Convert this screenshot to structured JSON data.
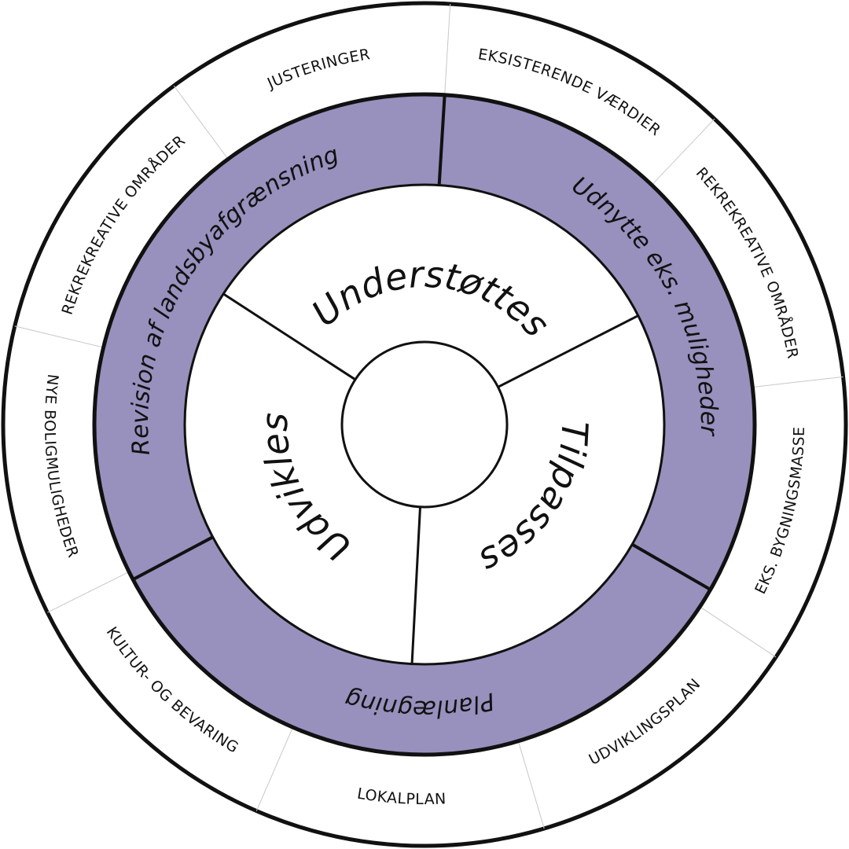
{
  "diagram": {
    "type": "concentric-wheel",
    "colors": {
      "middle_ring_fill": "#9890bd",
      "stroke": "#111111",
      "outer_divider": "#c8c8c8",
      "background": "#ffffff"
    },
    "inner_ring": {
      "sections": [
        {
          "label": "Understøttes"
        },
        {
          "label": "Tilpasses"
        },
        {
          "label": "Udvikles"
        }
      ]
    },
    "middle_ring": {
      "sections": [
        {
          "label": "Udnytte eks. muligheder"
        },
        {
          "label": "Planlægning"
        },
        {
          "label": "Revision af landsbyafgrænsning"
        }
      ]
    },
    "outer_ring": {
      "sections": [
        {
          "label": "EKSISTERENDE VÆRDIER"
        },
        {
          "label": "REKREKREATIVE OMRÅDER"
        },
        {
          "label": "EKS. BYGNINGSMASSE"
        },
        {
          "label": "UDVIKLINGSPLAN"
        },
        {
          "label": "LOKALPLAN"
        },
        {
          "label": "KULTUR- OG BEVARING"
        },
        {
          "label": "NYE BOLIGMULIGHEDER"
        },
        {
          "label": "REKREKREATIVE OMRÅDER"
        },
        {
          "label": "JUSTERINGER"
        }
      ]
    }
  }
}
